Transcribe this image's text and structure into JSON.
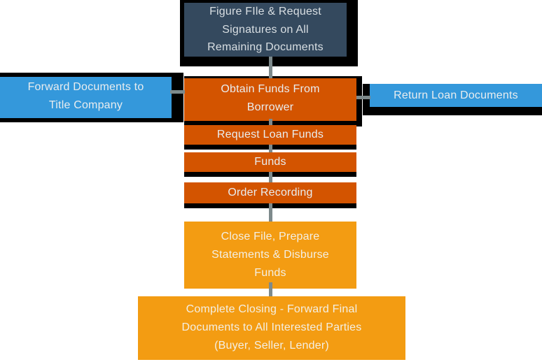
{
  "palette": {
    "header_box": "#34495e",
    "side_box": "#3498db",
    "process_box": "#d35400",
    "final_box": "#f39c12",
    "box_outline": "#000000",
    "connector": "#7d8a8c",
    "text_light": "#e9edef",
    "background": "#ffffff"
  },
  "nodes": {
    "request_signatures": {
      "lines": [
        "Figure FIle & Request",
        "Signatures on All",
        "Remaining Documents"
      ]
    },
    "forward_documents": {
      "lines": [
        "Forward Documents to",
        "Title Company"
      ]
    },
    "obtain_funds": {
      "lines": [
        "Obtain Funds From",
        "Borrower"
      ]
    },
    "return_loan_documents": {
      "label": "Return Loan Documents"
    },
    "request_loan_funds": {
      "label": "Request Loan Funds"
    },
    "funds": {
      "label": "Funds"
    },
    "order_recording": {
      "label": "Order Recording"
    },
    "close_file": {
      "lines": [
        "Close File, Prepare",
        "Statements & Disburse",
        "Funds"
      ]
    },
    "complete_closing": {
      "lines": [
        "Complete Closing - Forward Final",
        "Documents to All Interested Parties",
        "(Buyer, Seller, Lender)"
      ]
    }
  }
}
